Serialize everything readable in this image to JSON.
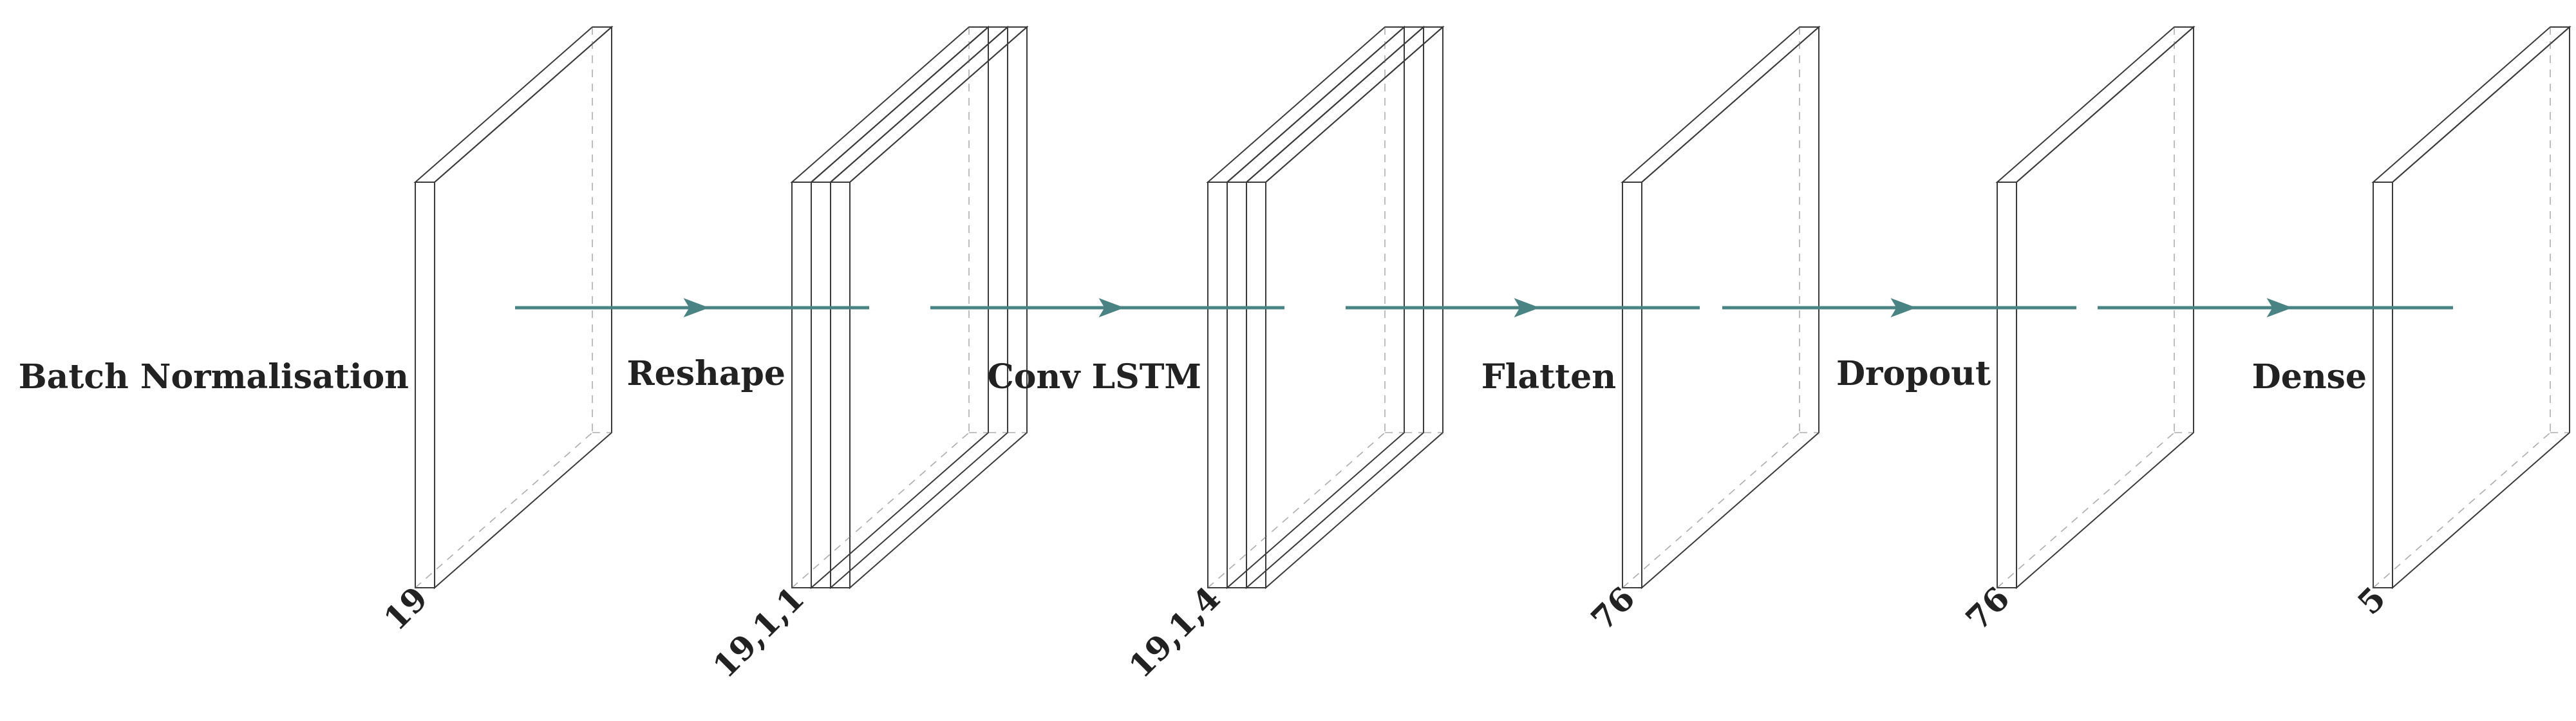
{
  "diagram": {
    "layers": [
      {
        "id": "batchnorm",
        "name": "Batch Normalisation",
        "dim": "19",
        "slabs": 1,
        "color": "#c2d6eb"
      },
      {
        "id": "reshape",
        "name": "Reshape",
        "dim": "19,1,1",
        "slabs": 3,
        "color": "#fde9c1"
      },
      {
        "id": "convlstm",
        "name": "Conv LSTM",
        "dim": "19,1,4",
        "slabs": 3,
        "color": "#fad9b9"
      },
      {
        "id": "flatten",
        "name": "Flatten",
        "dim": "76",
        "slabs": 1,
        "color": "#e6a5a7"
      },
      {
        "id": "dropout",
        "name": "Dropout",
        "dim": "76",
        "slabs": 1,
        "color": "#c2d6eb"
      },
      {
        "id": "dense",
        "name": "Dense",
        "dim": "5",
        "slabs": 1,
        "color": "#c0a6c3"
      }
    ],
    "connection_color": "#4a8383",
    "edge_color": "#3a3a3a"
  }
}
